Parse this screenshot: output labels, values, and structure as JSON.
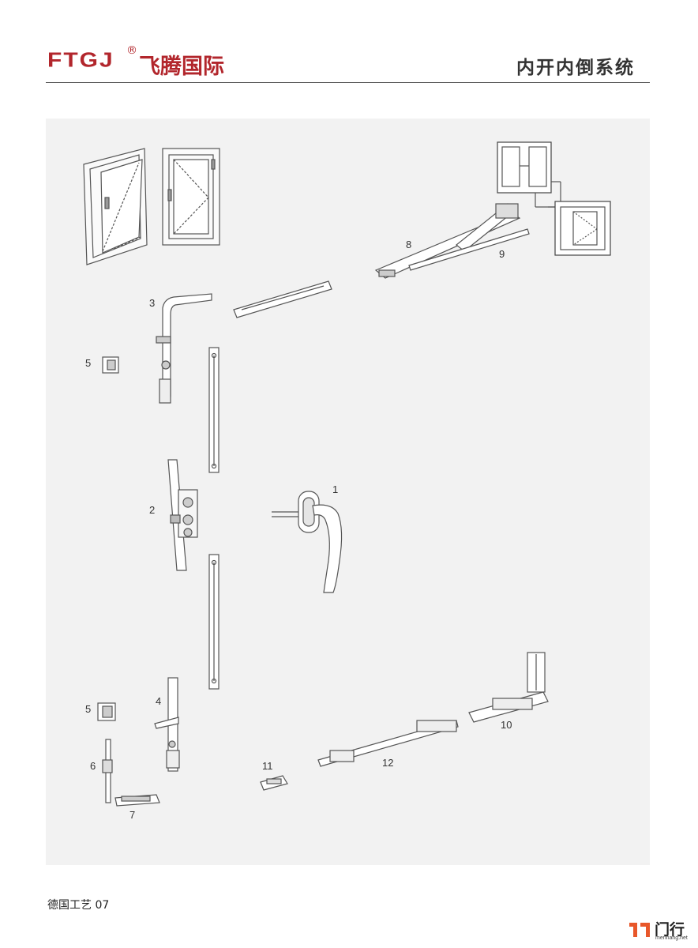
{
  "header": {
    "logo_latin": "FTGJ",
    "logo_reg": "®",
    "logo_cn": "飞腾国际",
    "title": "内开内倒系统",
    "brand_color": "#b2262c"
  },
  "diagram": {
    "labels": [
      {
        "id": "1",
        "text": "1"
      },
      {
        "id": "2",
        "text": "2"
      },
      {
        "id": "3",
        "text": "3"
      },
      {
        "id": "4",
        "text": "4"
      },
      {
        "id": "5a",
        "text": "5"
      },
      {
        "id": "5b",
        "text": "5"
      },
      {
        "id": "6",
        "text": "6"
      },
      {
        "id": "7",
        "text": "7"
      },
      {
        "id": "8",
        "text": "8"
      },
      {
        "id": "9",
        "text": "9"
      },
      {
        "id": "10",
        "text": "10"
      },
      {
        "id": "11",
        "text": "11"
      },
      {
        "id": "12",
        "text": "12"
      }
    ]
  },
  "footer": {
    "text": "德国工艺 07"
  },
  "watermark": {
    "cn": "门行",
    "url": "menhang.net",
    "color": "#e8572a"
  }
}
